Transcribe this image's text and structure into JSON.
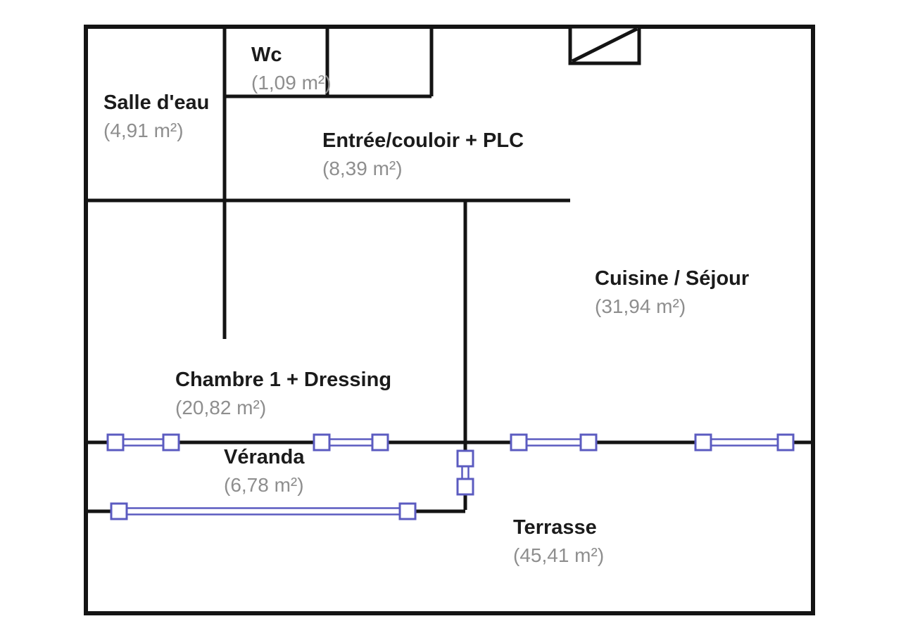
{
  "floorplan": {
    "colors": {
      "background": "#ffffff",
      "wall": "#141414",
      "window": "#5b5bc0",
      "label": "#1b1b1b",
      "area": "#8e8e8e"
    },
    "rooms": {
      "salle_deau": {
        "name": "Salle d'eau",
        "area": "(4,91 m²)"
      },
      "wc": {
        "name": "Wc",
        "area": "(1,09 m²)"
      },
      "entree": {
        "name": "Entrée/couloir + PLC",
        "area": "(8,39 m²)"
      },
      "cuisine": {
        "name": "Cuisine / Séjour",
        "area": "(31,94 m²)"
      },
      "chambre": {
        "name": "Chambre 1 + Dressing",
        "area": "(20,82 m²)"
      },
      "veranda": {
        "name": "Véranda",
        "area": "(6,78 m²)"
      },
      "terrasse": {
        "name": "Terrasse",
        "area": "(45,41 m²)"
      }
    }
  }
}
